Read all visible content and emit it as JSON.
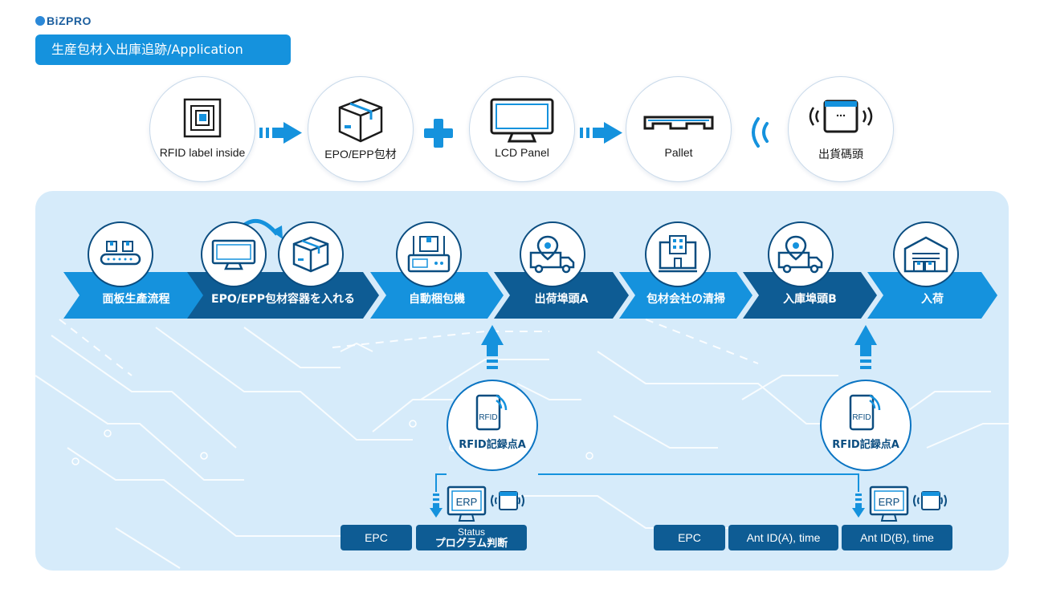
{
  "brand": {
    "logo_text": "BiZPRO"
  },
  "header": {
    "title": "生産包材入出庫追跡/Application"
  },
  "top_row": [
    {
      "label": "RFID label inside",
      "icon": "rfid-tag-icon"
    },
    {
      "label": "EPO/EPP包材",
      "icon": "box-icon"
    },
    {
      "label": "LCD Panel",
      "icon": "monitor-icon"
    },
    {
      "label": "Pallet",
      "icon": "pallet-icon"
    },
    {
      "label": "出貨碼頭",
      "icon": "wireless-reader-icon"
    }
  ],
  "flow_steps": [
    {
      "label": "面板生產流程",
      "icon": "conveyor-icon"
    },
    {
      "label": "EPO/EPP包材容器を入れる",
      "icon": "monitor-box-icon"
    },
    {
      "label": "自動梱包機",
      "icon": "packing-machine-icon"
    },
    {
      "label": "出荷埠頭A",
      "icon": "truck-location-icon"
    },
    {
      "label": "包材会社の清掃",
      "icon": "building-icon"
    },
    {
      "label": "入庫埠頭B",
      "icon": "truck-location-icon"
    },
    {
      "label": "入荷",
      "icon": "warehouse-icon"
    }
  ],
  "rfid_points": [
    {
      "label": "RFID記録点A",
      "tag": "RFID"
    },
    {
      "label": "RFID記録点A",
      "tag": "RFID"
    }
  ],
  "erp": {
    "label": "ERP"
  },
  "data_boxes_left": {
    "epc": "EPC",
    "status_line1": "Status",
    "status_line2": "プログラム判断"
  },
  "data_boxes_right": {
    "epc": "EPC",
    "ant_a": "Ant ID(A), time",
    "ant_b": "Ant ID(B), time"
  },
  "colors": {
    "accent": "#1592dd",
    "dark": "#0e5c94",
    "panel": "#d6ebfa"
  }
}
